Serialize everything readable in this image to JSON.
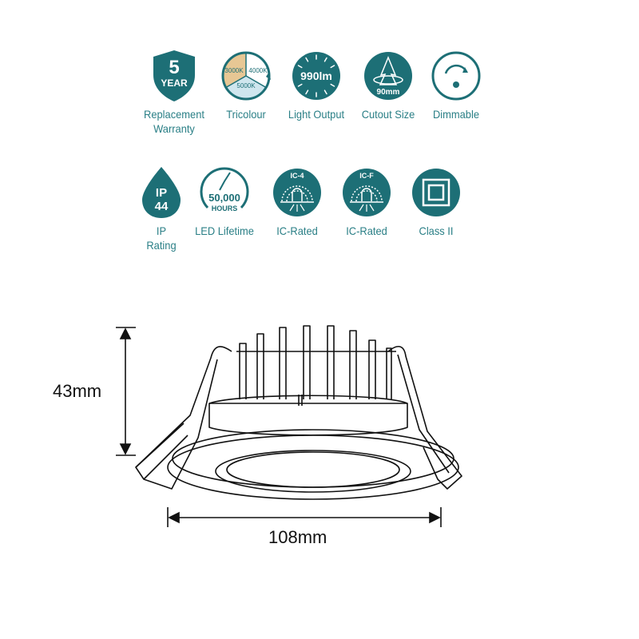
{
  "colors": {
    "teal": "#1d6f76",
    "label": "#2a7f86",
    "warm": "#e7c794",
    "cool": "#cfe6ee"
  },
  "badges": {
    "warranty": {
      "number": "5",
      "word": "YEAR",
      "label1": "Replacement",
      "label2": "Warranty",
      "icon": "shield-icon"
    },
    "tricolour": {
      "warm": "3000K",
      "neutral": "4000K",
      "cool": "5000K",
      "label": "Tricolour",
      "icon": "colour-wheel-icon"
    },
    "light": {
      "value": "990lm",
      "label": "Light Output",
      "icon": "sunburst-icon"
    },
    "cutout": {
      "value": "90mm",
      "label": "Cutout Size",
      "icon": "cutout-icon"
    },
    "dimmable": {
      "label": "Dimmable",
      "icon": "dimmer-icon"
    },
    "ip": {
      "line1": "IP",
      "line2": "44",
      "label1": "IP",
      "label2": "Rating",
      "icon": "water-drop-icon"
    },
    "lifetime": {
      "value": "50,000",
      "unit": "HOURS",
      "label": "LED Lifetime",
      "icon": "clock-icon"
    },
    "ic4": {
      "code": "IC-4",
      "label": "IC-Rated",
      "icon": "insulation-icon"
    },
    "icf": {
      "code": "IC-F",
      "label": "IC-Rated",
      "icon": "insulation-icon"
    },
    "class2": {
      "label": "Class II",
      "icon": "double-square-icon"
    }
  },
  "dimensions": {
    "height": "43mm",
    "width": "108mm"
  }
}
